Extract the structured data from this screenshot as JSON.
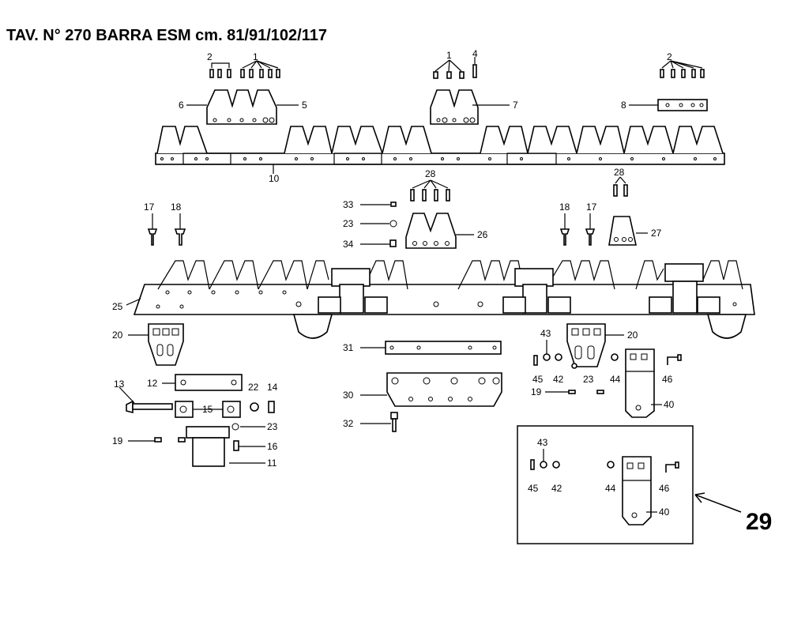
{
  "title": "TAV. N° 270 BARRA ESM cm. 81/91/102/117",
  "labels": {
    "p1a": "1",
    "p1b": "1",
    "p2a": "2",
    "p2b": "2",
    "p4": "4",
    "p5": "5",
    "p6": "6",
    "p7": "7",
    "p8": "8",
    "p10": "10",
    "p11": "11",
    "p12": "12",
    "p13": "13",
    "p14": "14",
    "p15": "15",
    "p16": "16",
    "p17a": "17",
    "p17b": "17",
    "p18a": "18",
    "p18b": "18",
    "p19a": "19",
    "p19b": "19",
    "p20a": "20",
    "p20b": "20",
    "p22": "22",
    "p23a": "23",
    "p23b": "23",
    "p23c": "23",
    "p25": "25",
    "p26": "26",
    "p27": "27",
    "p28a": "28",
    "p28b": "28",
    "p29": "29",
    "p30": "30",
    "p31": "31",
    "p32": "32",
    "p33": "33",
    "p34": "34",
    "p40a": "40",
    "p40b": "40",
    "p42a": "42",
    "p42b": "42",
    "p43a": "43",
    "p43b": "43",
    "p44a": "44",
    "p44b": "44",
    "p45a": "45",
    "p45b": "45",
    "p46a": "46",
    "p46b": "46"
  }
}
